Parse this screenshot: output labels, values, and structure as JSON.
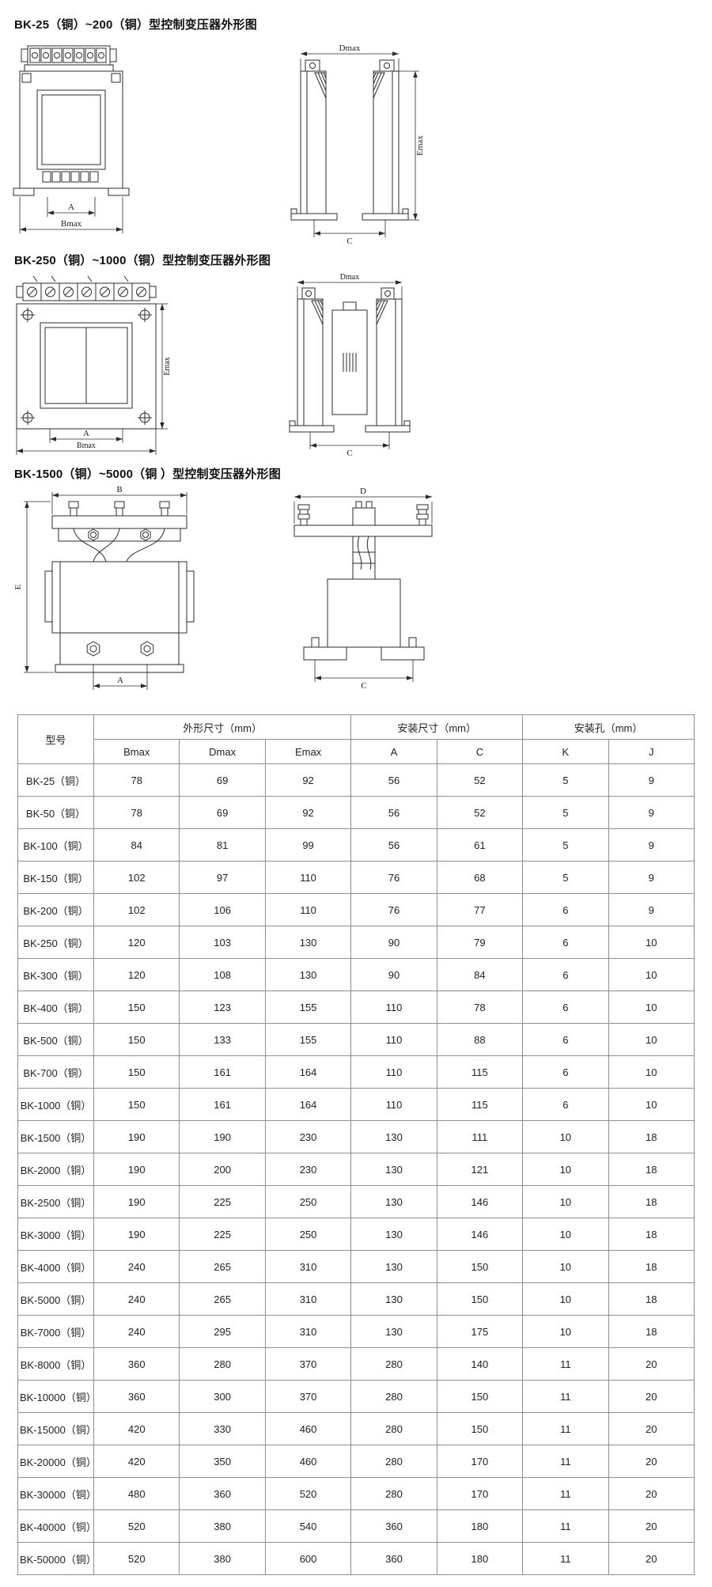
{
  "sections": [
    {
      "title": "BK-25（铜）~200（铜）型控制变压器外形图",
      "front": {
        "a": "A",
        "b": "Bmax"
      },
      "side": {
        "d": "Dmax",
        "e": "Emax",
        "c": "C"
      }
    },
    {
      "title": "BK-250（铜）~1000（铜）型控制变压器外形图",
      "front": {
        "a": "A",
        "b": "Bmax",
        "e": "Emax"
      },
      "side": {
        "d": "Dmax",
        "c": "C"
      }
    },
    {
      "title": "BK-1500（铜）~5000（铜 ）型控制变压器外形图",
      "front": {
        "a": "A",
        "b": "B",
        "e": "E"
      },
      "side": {
        "d": "D",
        "c": "C"
      }
    }
  ],
  "table": {
    "col_model": "型号",
    "group_outline": "外形尺寸（mm）",
    "group_mount": "安装尺寸（mm）",
    "group_hole": "安装孔（mm）",
    "subcols": [
      "Bmax",
      "Dmax",
      "Emax",
      "A",
      "C",
      "K",
      "J"
    ],
    "rows": [
      {
        "model": "BK-25（铜）",
        "values": [
          "78",
          "69",
          "92",
          "56",
          "52",
          "5",
          "9"
        ]
      },
      {
        "model": "BK-50（铜）",
        "values": [
          "78",
          "69",
          "92",
          "56",
          "52",
          "5",
          "9"
        ]
      },
      {
        "model": "BK-100（铜）",
        "values": [
          "84",
          "81",
          "99",
          "56",
          "61",
          "5",
          "9"
        ]
      },
      {
        "model": "BK-150（铜）",
        "values": [
          "102",
          "97",
          "110",
          "76",
          "68",
          "5",
          "9"
        ]
      },
      {
        "model": "BK-200（铜）",
        "values": [
          "102",
          "106",
          "110",
          "76",
          "77",
          "6",
          "9"
        ]
      },
      {
        "model": "BK-250（铜）",
        "values": [
          "120",
          "103",
          "130",
          "90",
          "79",
          "6",
          "10"
        ]
      },
      {
        "model": "BK-300（铜）",
        "values": [
          "120",
          "108",
          "130",
          "90",
          "84",
          "6",
          "10"
        ]
      },
      {
        "model": "BK-400（铜）",
        "values": [
          "150",
          "123",
          "155",
          "110",
          "78",
          "6",
          "10"
        ]
      },
      {
        "model": "BK-500（铜）",
        "values": [
          "150",
          "133",
          "155",
          "110",
          "88",
          "6",
          "10"
        ]
      },
      {
        "model": "BK-700（铜）",
        "values": [
          "150",
          "161",
          "164",
          "110",
          "115",
          "6",
          "10"
        ]
      },
      {
        "model": "BK-1000（铜）",
        "values": [
          "150",
          "161",
          "164",
          "110",
          "115",
          "6",
          "10"
        ]
      },
      {
        "model": "BK-1500（铜）",
        "values": [
          "190",
          "190",
          "230",
          "130",
          "111",
          "10",
          "18"
        ]
      },
      {
        "model": "BK-2000（铜）",
        "values": [
          "190",
          "200",
          "230",
          "130",
          "121",
          "10",
          "18"
        ]
      },
      {
        "model": "BK-2500（铜）",
        "values": [
          "190",
          "225",
          "250",
          "130",
          "146",
          "10",
          "18"
        ]
      },
      {
        "model": "BK-3000（铜）",
        "values": [
          "190",
          "225",
          "250",
          "130",
          "146",
          "10",
          "18"
        ]
      },
      {
        "model": "BK-4000（铜）",
        "values": [
          "240",
          "265",
          "310",
          "130",
          "150",
          "10",
          "18"
        ]
      },
      {
        "model": "BK-5000（铜）",
        "values": [
          "240",
          "265",
          "310",
          "130",
          "150",
          "10",
          "18"
        ]
      },
      {
        "model": "BK-7000（铜）",
        "values": [
          "240",
          "295",
          "310",
          "130",
          "175",
          "10",
          "18"
        ]
      },
      {
        "model": "BK-8000（铜）",
        "values": [
          "360",
          "280",
          "370",
          "280",
          "140",
          "11",
          "20"
        ]
      },
      {
        "model": "BK-10000（铜）",
        "values": [
          "360",
          "300",
          "370",
          "280",
          "150",
          "11",
          "20"
        ]
      },
      {
        "model": "BK-15000（铜）",
        "values": [
          "420",
          "330",
          "460",
          "280",
          "150",
          "11",
          "20"
        ]
      },
      {
        "model": "BK-20000（铜）",
        "values": [
          "420",
          "350",
          "460",
          "280",
          "170",
          "11",
          "20"
        ]
      },
      {
        "model": "BK-30000（铜）",
        "values": [
          "480",
          "360",
          "520",
          "280",
          "170",
          "11",
          "20"
        ]
      },
      {
        "model": "BK-40000（铜）",
        "values": [
          "520",
          "380",
          "540",
          "360",
          "180",
          "11",
          "20"
        ]
      },
      {
        "model": "BK-50000（铜）",
        "values": [
          "520",
          "380",
          "600",
          "360",
          "180",
          "11",
          "20"
        ]
      }
    ]
  }
}
